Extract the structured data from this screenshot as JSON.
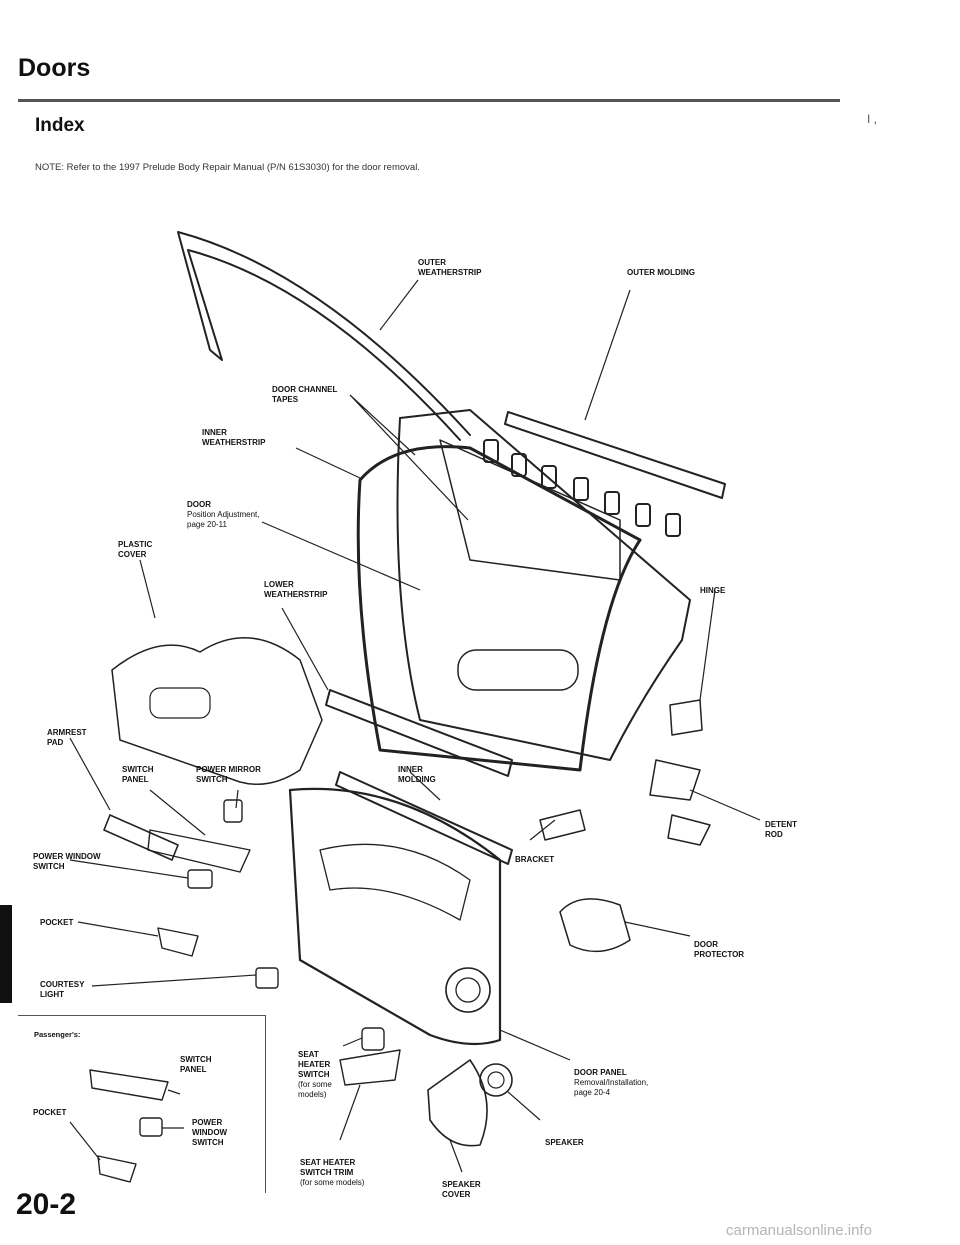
{
  "header": {
    "section_title": "Doors",
    "subsection_title": "Index",
    "note": "NOTE:  Refer to the 1997 Prelude Body Repair Manual (P/N 61S3030) for the door removal.",
    "edge_marks": "I      ,"
  },
  "labels": {
    "outer_weatherstrip": "OUTER\nWEATHERSTRIP",
    "outer_molding": "OUTER MOLDING",
    "door_channel_tapes": "DOOR CHANNEL\nTAPES",
    "inner_weatherstrip": "INNER\nWEATHERSTRIP",
    "door": "DOOR",
    "door_sub": "Position Adjustment,\npage 20-11",
    "plastic_cover": "PLASTIC\nCOVER",
    "lower_weatherstrip": "LOWER\nWEATHERSTRIP",
    "hinge": "HINGE",
    "armrest_pad": "ARMREST\nPAD",
    "switch_panel": "SWITCH\nPANEL",
    "power_mirror_switch": "POWER MIRROR\nSWITCH",
    "inner_molding": "INNER\nMOLDING",
    "detent_rod": "DETENT\nROD",
    "power_window_switch": "POWER WINDOW\nSWITCH",
    "bracket": "BRACKET",
    "pocket": "POCKET",
    "door_protector": "DOOR\nPROTECTOR",
    "courtesy_light": "COURTESY\nLIGHT",
    "passengers": "Passenger's:",
    "pass_switch_panel": "SWITCH\nPANEL",
    "pass_pocket": "POCKET",
    "pass_power_window_switch": "POWER\nWINDOW\nSWITCH",
    "seat_heater_switch": "SEAT\nHEATER\nSWITCH",
    "seat_heater_switch_sub": "(for some\nmodels)",
    "seat_heater_switch_trim": "SEAT HEATER\nSWITCH TRIM",
    "seat_heater_switch_trim_sub": "(for some models)",
    "door_panel": "DOOR PANEL",
    "door_panel_sub": "Removal/Installation,\npage 20-4",
    "speaker": "SPEAKER",
    "speaker_cover": "SPEAKER\nCOVER"
  },
  "footer": {
    "page_number": "20-2",
    "watermark": "carmanualsonline.info"
  }
}
